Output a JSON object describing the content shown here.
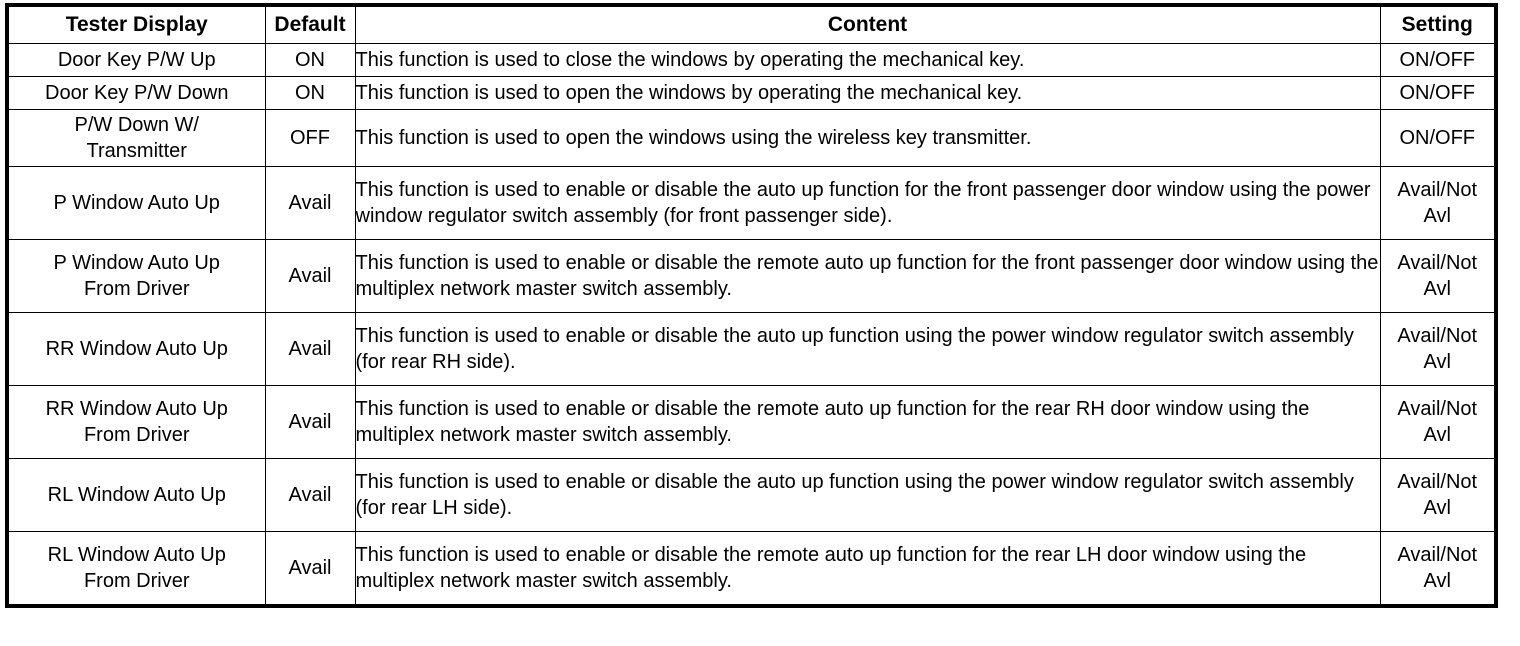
{
  "table": {
    "columns": [
      {
        "key": "display",
        "label": "Tester Display"
      },
      {
        "key": "default",
        "label": "Default"
      },
      {
        "key": "content",
        "label": "Content"
      },
      {
        "key": "setting",
        "label": "Setting"
      }
    ],
    "rows": [
      {
        "display_line1": "Door Key P/W Up",
        "display_line2": "",
        "default": "ON",
        "content": "This function is used to close the windows by operating the mechanical key.",
        "setting_line1": "ON/OFF",
        "setting_line2": ""
      },
      {
        "display_line1": "Door Key P/W Down",
        "display_line2": "",
        "default": "ON",
        "content": "This function is used to open the windows by operating the mechanical key.",
        "setting_line1": "ON/OFF",
        "setting_line2": ""
      },
      {
        "display_line1": "P/W Down W/",
        "display_line2": "Transmitter",
        "default": "OFF",
        "content": "This function is used to open the windows using the wireless key transmitter.",
        "setting_line1": "ON/OFF",
        "setting_line2": ""
      },
      {
        "display_line1": "P Window Auto Up",
        "display_line2": "",
        "default": "Avail",
        "content": "This function is used to enable or disable the auto up function for the front passenger door window using the power window regulator switch assembly (for front passenger side).",
        "setting_line1": "Avail/Not",
        "setting_line2": "Avl"
      },
      {
        "display_line1": "P Window Auto Up",
        "display_line2": "From Driver",
        "default": "Avail",
        "content": "This function is used to enable or disable the remote auto up function for the front passenger door window using the multiplex network master switch assembly.",
        "setting_line1": "Avail/Not",
        "setting_line2": "Avl"
      },
      {
        "display_line1": "RR Window Auto Up",
        "display_line2": "",
        "default": "Avail",
        "content": "This function is used to enable or disable the auto up function using the power window regulator switch assembly (for rear RH side).",
        "setting_line1": "Avail/Not",
        "setting_line2": "Avl"
      },
      {
        "display_line1": "RR Window Auto Up",
        "display_line2": "From Driver",
        "default": "Avail",
        "content": "This function is used to enable or disable the remote auto up function for the rear RH door window using the multiplex network master switch assembly.",
        "setting_line1": "Avail/Not",
        "setting_line2": "Avl"
      },
      {
        "display_line1": "RL Window Auto Up",
        "display_line2": "",
        "default": "Avail",
        "content": "This function is used to enable or disable the auto up function using the power window regulator switch assembly (for rear LH side).",
        "setting_line1": "Avail/Not",
        "setting_line2": "Avl"
      },
      {
        "display_line1": "RL Window Auto Up",
        "display_line2": "From Driver",
        "default": "Avail",
        "content": "This function is used to enable or disable the remote auto up function for the rear LH door window using the multiplex network master switch assembly.",
        "setting_line1": "Avail/Not",
        "setting_line2": "Avl"
      }
    ]
  },
  "colors": {
    "border": "#000000",
    "text": "#000000",
    "background": "#ffffff"
  }
}
